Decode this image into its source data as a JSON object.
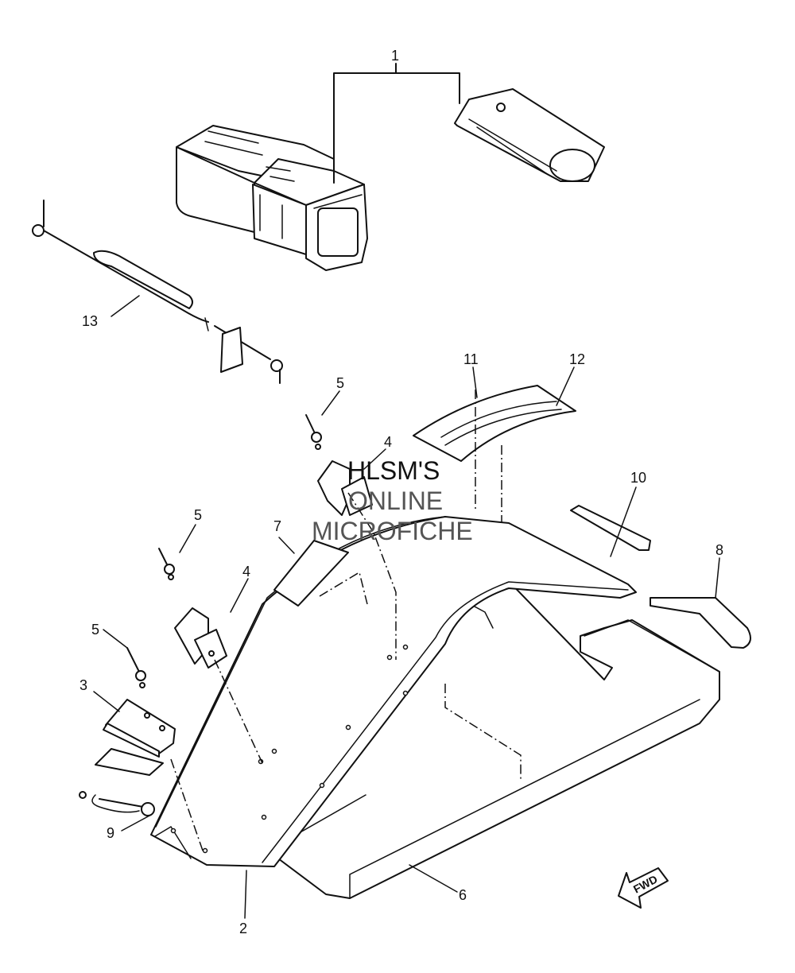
{
  "watermark": {
    "line1": "HLSM'S",
    "line2": "ONLINE",
    "line3": "MICROFICHE"
  },
  "callouts": {
    "c1": "1",
    "c2": "2",
    "c3": "3",
    "c4a": "4",
    "c4b": "4",
    "c5a": "5",
    "c5b": "5",
    "c5c": "5",
    "c6": "6",
    "c7": "7",
    "c8": "8",
    "c9": "9",
    "c10": "10",
    "c11": "11",
    "c12": "12",
    "c13": "13"
  },
  "fwd_label": "FWD"
}
